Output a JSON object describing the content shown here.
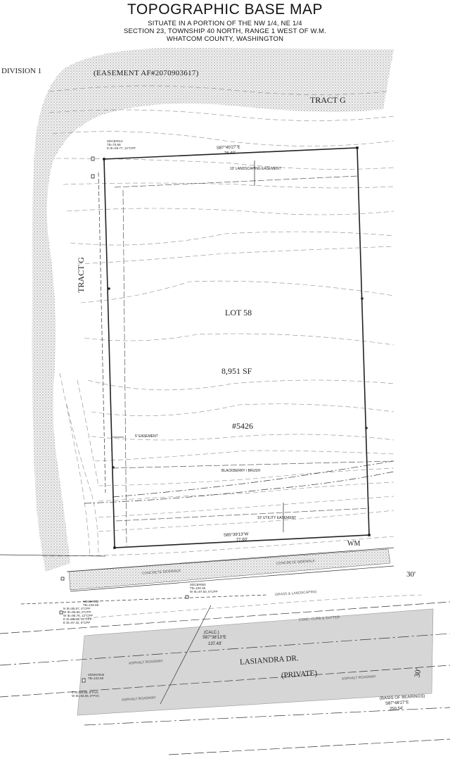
{
  "header": {
    "title": "TOPOGRAPHIC BASE MAP",
    "line1": "SITUATE IN A PORTION OF THE NW 1/4, NE 1/4",
    "line2": "SECTION 23, TOWNSHIP 40 NORTH, RANGE 1 WEST OF W.M.",
    "line3": "WHATCOM COUNTY, WASHINGTON"
  },
  "labels": {
    "division": "DIVISION 1",
    "easement_af": "(EASEMENT AF#2070903617)",
    "tract_g_top": "TRACT G",
    "tract_g_left": "TRACT G",
    "lot": "LOT 58",
    "area": "8,951 SF",
    "address": "#5426",
    "landscaping_easement": "10' LANDSCAPING EASEMENT",
    "five_ft_easement": "5' EASEMENT",
    "utility_easement": "10' UTILITY EASEMENT",
    "blackberry": "BLACKBERRY / BRUSH",
    "top_bearing": "S87°40'27\"E",
    "top_distance": "76.40'",
    "bottom_bearing": "S85°39'13\"W",
    "bottom_distance": "77.60'",
    "wm": "WM",
    "thirty_upper": "30'",
    "thirty_lower": "30'",
    "concrete_sidewalk_a": "CONCRETE SIDEWALK",
    "concrete_sidewalk_b": "CONCRETE SIDEWALK",
    "grass_landscaping": "GRASS & LANDSCAPING",
    "curb_gutter": "CONC. CURB & GUTTER",
    "calc": "(CALC.)",
    "road_bearing": "S87°38'13\"E",
    "road_distance": "137.43'",
    "road_name": "LASIANDRA DR.",
    "private": "(PRIVATE)",
    "asphalt_1": "ASPHALT ROADWAY",
    "asphalt_2": "ASPHALT ROADWAY",
    "asphalt_3": "ASPHALT ROADWAY",
    "basis_of_bearings": "(BASIS OF BEARINGS)",
    "basis_bearing": "S87°48'27\"E",
    "basis_distance": "250.54'"
  },
  "colors": {
    "line": "#222222",
    "contour": "#8a8a8a",
    "stipple_bg": "#f2f2f2",
    "road_fill": "#d4d4d4"
  }
}
